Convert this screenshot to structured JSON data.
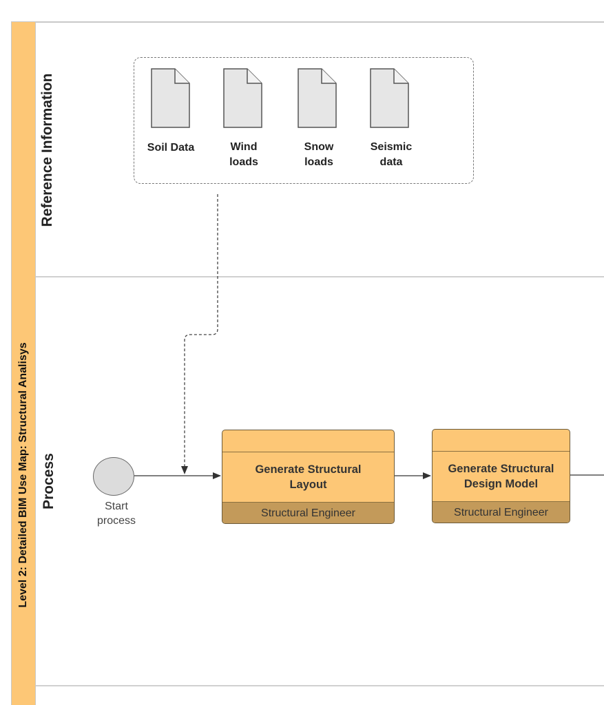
{
  "pool": {
    "title": "Level 2: Detailed BIM Use Map: Structural Analisys"
  },
  "lanes": [
    {
      "title": "Reference Information"
    },
    {
      "title": "Process"
    }
  ],
  "reference_documents": [
    {
      "label": "Soil Data",
      "icon": "document-icon"
    },
    {
      "label": "Wind\nloads",
      "icon": "document-icon"
    },
    {
      "label": "Snow\nloads",
      "icon": "document-icon"
    },
    {
      "label": "Seismic\ndata",
      "icon": "document-icon"
    }
  ],
  "start_event": {
    "label": "Start\nprocess"
  },
  "tasks": [
    {
      "title": "Generate Structural\nLayout",
      "role": "Structural Engineer"
    },
    {
      "title": "Generate Structural\nDesign Model",
      "role": "Structural Engineer"
    }
  ],
  "colors": {
    "pool_strip": "#fdc776",
    "task_fill": "#fdc776",
    "task_role_fill": "#c39a5a",
    "start_fill": "#dcdcdc",
    "document_fill": "#e6e6e6"
  }
}
